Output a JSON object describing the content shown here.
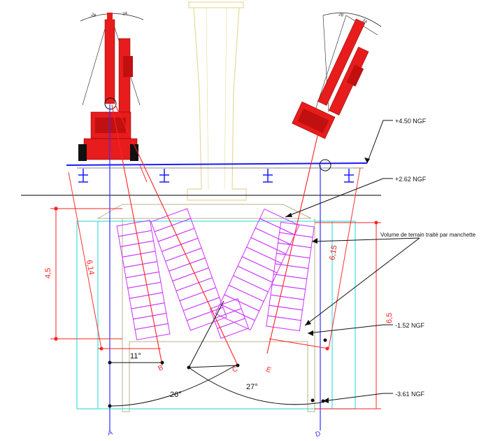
{
  "levels": {
    "top": "+4.50  NGF",
    "ground": "+2.62  NGF",
    "mid": "-1.52  NGF",
    "bottom": "-3.61  NGF"
  },
  "annotation": "Volume de terrain traité par manchette",
  "dimensions": {
    "left_vertical": "4,5",
    "right_vertical": "6,5",
    "left_diagonal": "6,14",
    "right_diagonal": "6,15"
  },
  "angles": {
    "a1": "11°",
    "a2": "26°",
    "a3": "27°"
  },
  "points": {
    "A": "A",
    "B": "B",
    "C": "C",
    "E": "E",
    "D": "D"
  },
  "rig_angle_labels": {
    "left_a": "28",
    "left_b": "24",
    "right_a": "28",
    "right_b": "24"
  },
  "colors": {
    "rig": "#e81c1c",
    "blue": "#1a1aff",
    "cyan": "#40e0e0",
    "magenta": "#cc33ff",
    "tan": "#d8cc90",
    "red_dim": "#ff2020"
  }
}
